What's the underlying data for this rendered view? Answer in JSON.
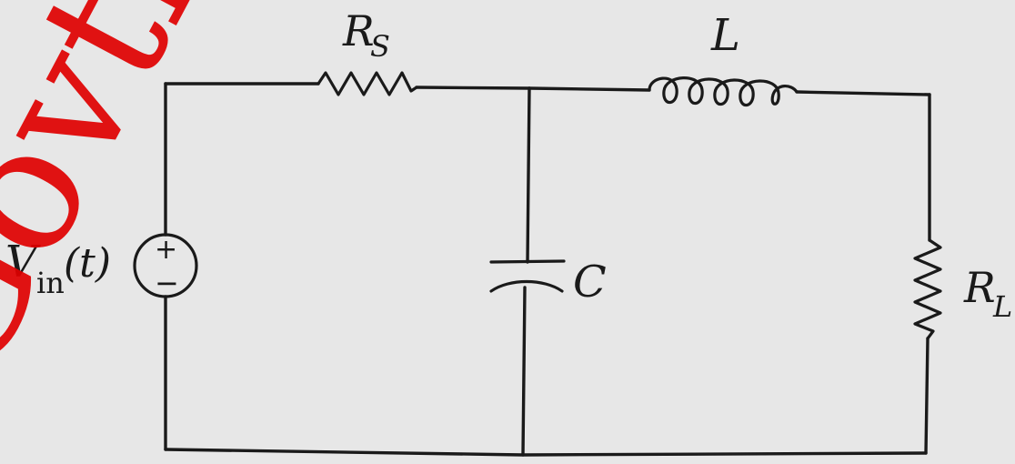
{
  "circuit": {
    "source_label": "V",
    "source_subscript": "in",
    "source_argument": "(t)",
    "source_plus": "+",
    "source_minus": "−",
    "rs_label": "R",
    "rs_subscript": "S",
    "inductor_label": "L",
    "capacitor_label": "C",
    "rl_label": "R",
    "rl_subscript": "L"
  },
  "watermark": {
    "text": "Govtle",
    "color": "#e00000"
  }
}
